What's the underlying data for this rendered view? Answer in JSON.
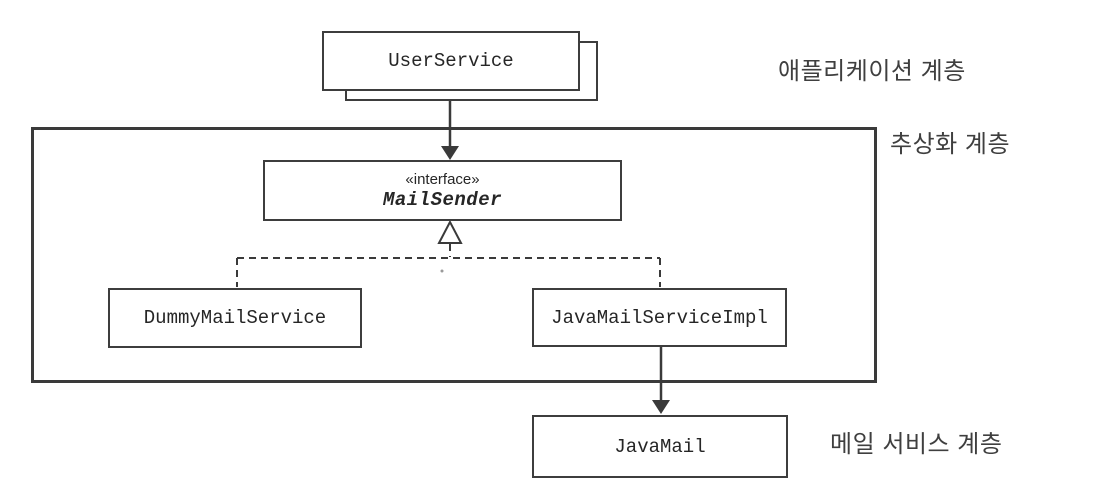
{
  "diagram": {
    "background": "#ffffff",
    "colors": {
      "line": "#3a3a3a",
      "border": "#3d3d3d",
      "text": "#262626",
      "label_text": "#3f3f3f"
    },
    "layer_labels": {
      "application": "애플리케이션 계층",
      "abstraction": "추상화 계층",
      "mail_service": "메일 서비스 계층"
    },
    "nodes": {
      "user_service": {
        "label": "UserService"
      },
      "mail_sender": {
        "stereotype": "«interface»",
        "name": "MailSender"
      },
      "dummy_mail_service": {
        "label": "DummyMailService"
      },
      "java_mail_service_impl": {
        "label": "JavaMailServiceImpl"
      },
      "java_mail": {
        "label": "JavaMail"
      }
    },
    "relations": [
      {
        "from": "UserService",
        "to": "MailSender",
        "type": "solid-arrow"
      },
      {
        "from": "DummyMailService",
        "to": "MailSender",
        "type": "dashed-realization"
      },
      {
        "from": "JavaMailServiceImpl",
        "to": "MailSender",
        "type": "dashed-realization"
      },
      {
        "from": "JavaMailServiceImpl",
        "to": "JavaMail",
        "type": "solid-arrow"
      }
    ]
  }
}
